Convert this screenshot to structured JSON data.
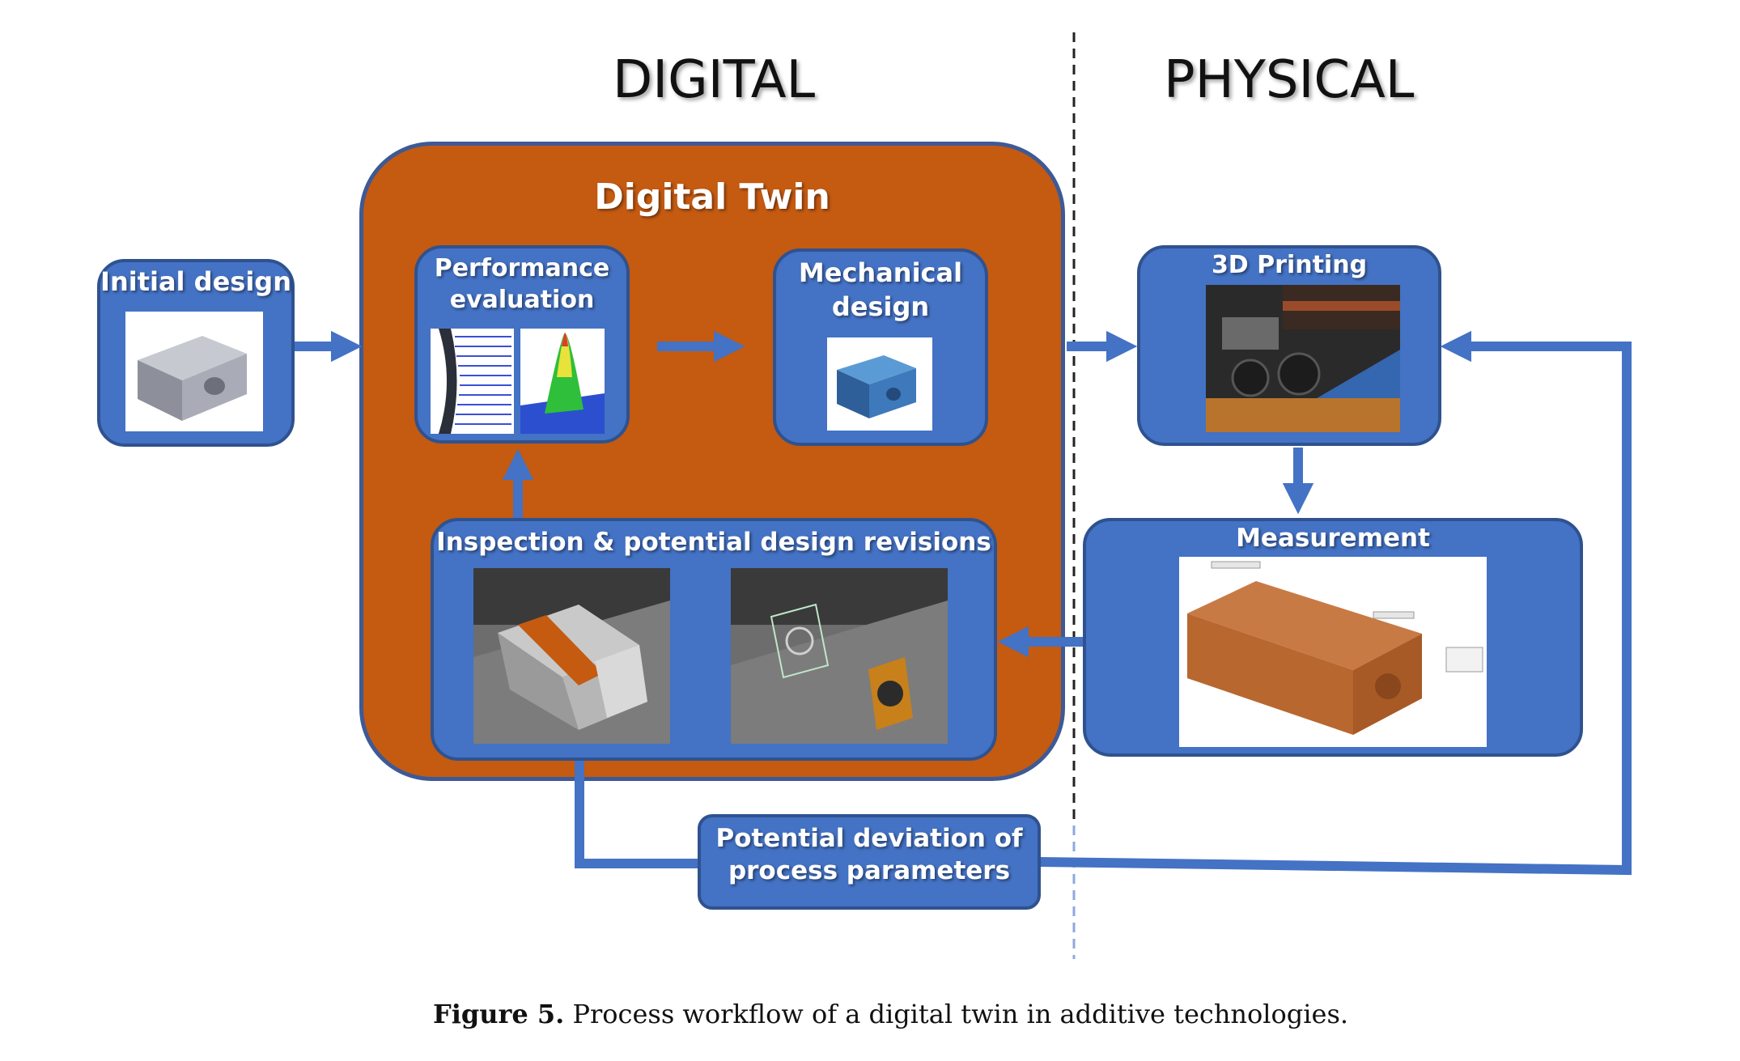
{
  "sections": {
    "digital": "DIGITAL",
    "physical": "PHYSICAL"
  },
  "digital_twin": {
    "title": "Digital Twin",
    "performance_evaluation": "Performance evaluation",
    "mechanical_design": "Mechanical design",
    "inspection": "Inspection & potential design revisions"
  },
  "initial_design": "Initial design",
  "printing": "3D Printing",
  "measurement": "Measurement",
  "deviation": "Potential deviation of process parameters",
  "caption": {
    "label": "Figure 5.",
    "text": "Process workflow of a digital twin in additive technologies."
  },
  "colors": {
    "box_fill": "#4472c4",
    "twin_fill": "#c55a11",
    "arrow": "#4472c4"
  }
}
